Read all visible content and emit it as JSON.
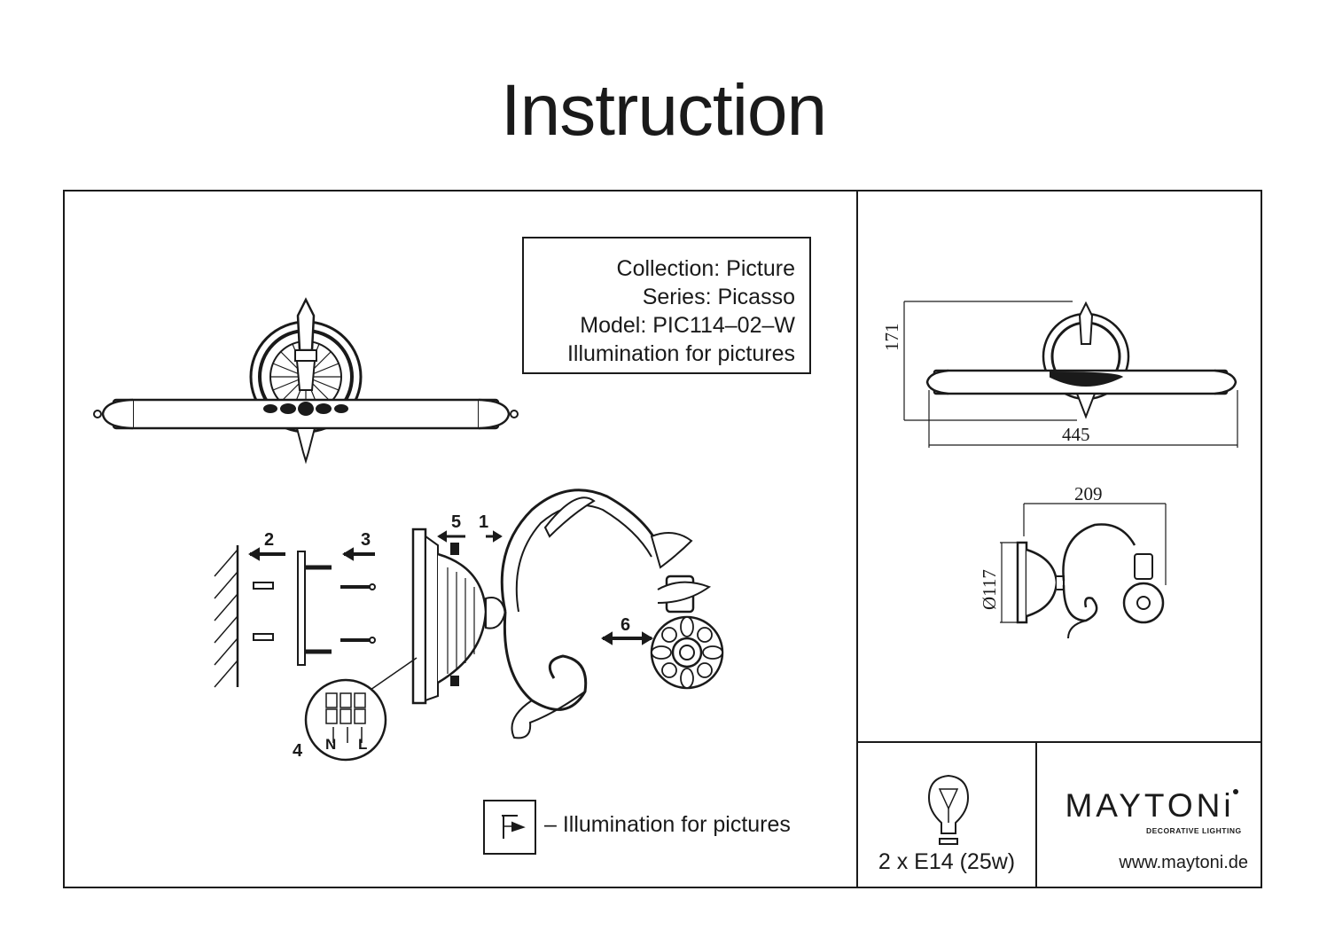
{
  "title": "Instruction",
  "info": {
    "collection": "Collection: Picture",
    "series": "Series: Picasso",
    "model": "Model: PIC114–02–W",
    "description": "Illumination for pictures"
  },
  "dimensions": {
    "height": "171",
    "width": "445",
    "depth": "209",
    "diameter": "Ø117"
  },
  "steps": [
    "1",
    "2",
    "3",
    "4",
    "5",
    "6"
  ],
  "wiring": {
    "neutral": "N",
    "live": "L"
  },
  "legend": {
    "text": "– Illumination for pictures",
    "icon": "picture-light-symbol-icon"
  },
  "lamp": {
    "icon": "light-bulb-icon",
    "spec": "2 x E14 (25w)"
  },
  "brand": {
    "name": "MAYTONi",
    "tagline": "DECORATIVE LIGHTING",
    "url": "www.maytoni.de"
  },
  "colors": {
    "line": "#1a1a1a",
    "background": "#ffffff"
  }
}
